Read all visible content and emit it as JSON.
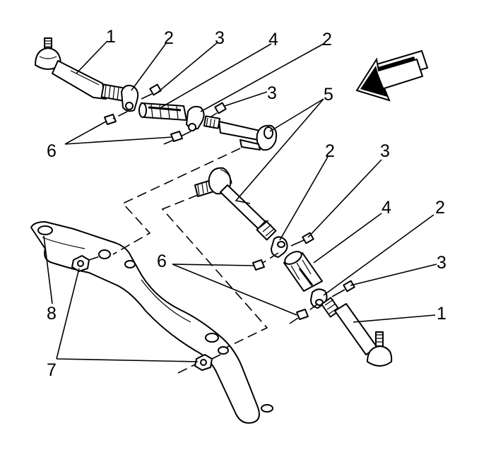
{
  "diagram": {
    "callouts": [
      "1",
      "2",
      "3",
      "4",
      "2",
      "3",
      "5",
      "6",
      "2",
      "3",
      "4",
      "2",
      "3",
      "6",
      "1",
      "8",
      "7"
    ]
  },
  "icons": {
    "direction_arrow": "front-direction-arrow-icon"
  }
}
